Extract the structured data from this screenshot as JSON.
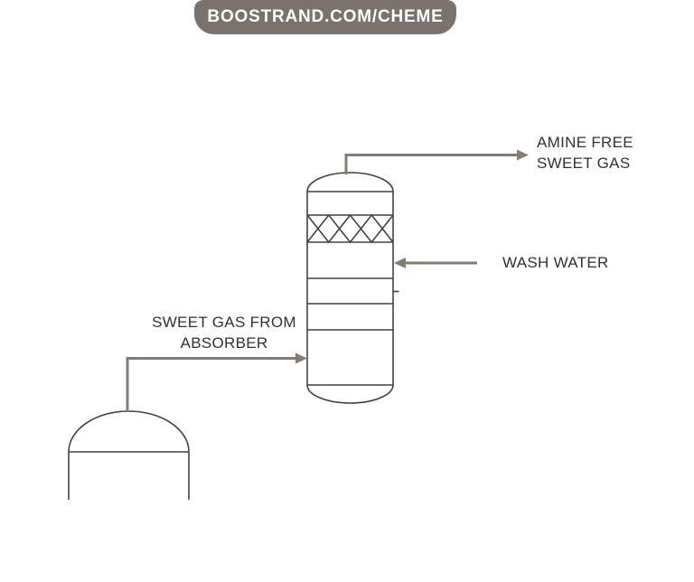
{
  "banner": {
    "text": "BOOSTRAND.COM/CHEME",
    "bg_color": "#7a736d",
    "text_color": "#ffffff"
  },
  "streams": {
    "outlet_top": {
      "line1": "AMINE FREE",
      "line2": "SWEET GAS"
    },
    "wash_water": {
      "label": "WASH WATER"
    },
    "feed": {
      "line1": "SWEET GAS FROM",
      "line2": "ABSORBER"
    }
  },
  "colors": {
    "background": "#ffffff",
    "vessel_outline": "#45413d",
    "pipe": "#847d76",
    "label_text": "#35322d"
  }
}
